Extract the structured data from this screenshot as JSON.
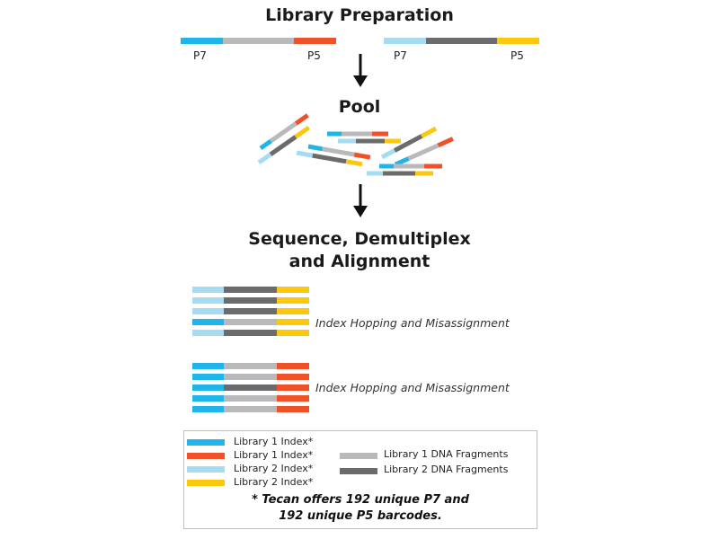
{
  "titles": {
    "library_prep": "Library Preparation",
    "pool": "Pool",
    "sequence_line1": "Sequence, Demultiplex",
    "sequence_line2": "and Alignment"
  },
  "adapter_labels": {
    "lib1_p7": "P7",
    "lib1_p5": "P5",
    "lib2_p7": "P7",
    "lib2_p5": "P5"
  },
  "annotations": {
    "group1": "Index Hopping and Misassignment",
    "group2": "Index Hopping and Misassignment"
  },
  "legend": {
    "items": [
      {
        "label": "Library 1 Index*",
        "color": "#1fb5e8"
      },
      {
        "label": "Library 1 Index*",
        "color": "#ef5128"
      },
      {
        "label": "Library 2 Index*",
        "color": "#a6dcf2"
      },
      {
        "label": "Library 2 Index*",
        "color": "#fcc70f"
      },
      {
        "label": "Library 1 DNA Fragments",
        "color": "#b9b9bb"
      },
      {
        "label": "Library 2 DNA Fragments",
        "color": "#6b6b6e"
      }
    ],
    "footnote_line1": "* Tecan offers 192 unique P7 and",
    "footnote_line2": "192 unique P5 barcodes."
  },
  "colors": {
    "lib1_index_p7": "#1fb5e8",
    "lib1_index_p5": "#ef5128",
    "lib2_index_p7": "#a6dcf2",
    "lib2_index_p5": "#fcc70f",
    "lib1_fragment": "#b9b9bb",
    "lib2_fragment": "#6b6b6e"
  }
}
